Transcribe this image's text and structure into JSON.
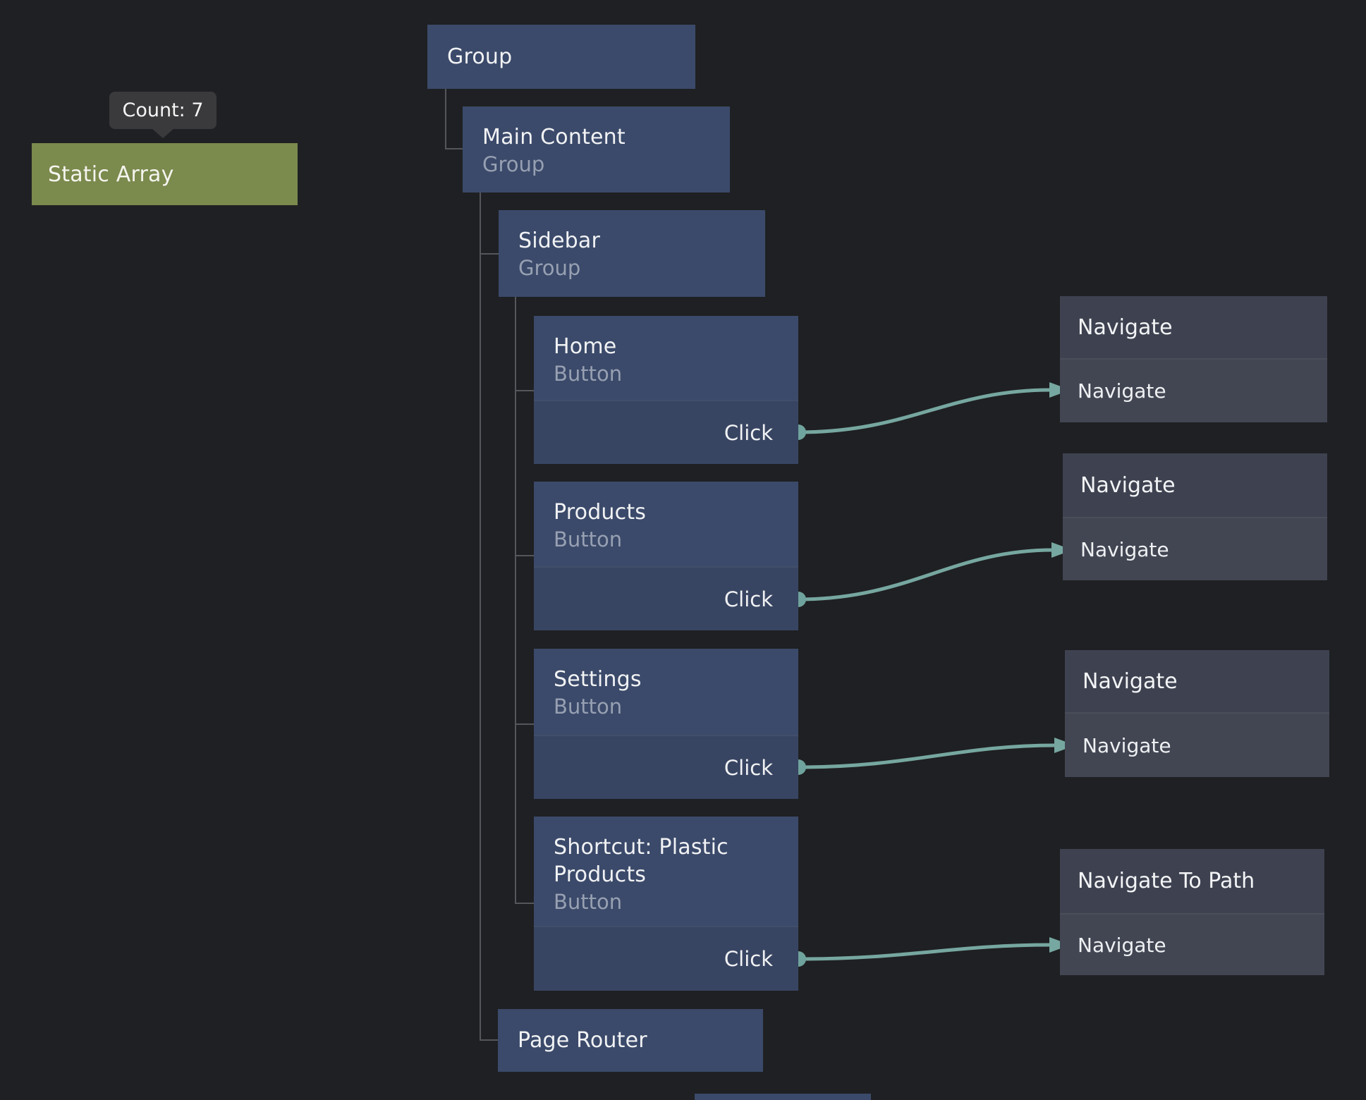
{
  "canvas": {
    "background_color": "#1f2023",
    "wire_color": "#76a7a0",
    "tree_line_color": "#55565c",
    "tree_node_color": "#3b4a6a",
    "tree_node_footer_color": "#384562",
    "action_node_header_color": "#3e4250",
    "action_node_body_color": "#424653",
    "array_node_color": "#7b8a4d"
  },
  "tooltip": {
    "text": "Count: 7"
  },
  "nodes": {
    "static_array": {
      "title": "Static Array"
    },
    "group": {
      "title": "Group"
    },
    "main_content": {
      "title": "Main Content",
      "subtitle": "Group"
    },
    "sidebar": {
      "title": "Sidebar",
      "subtitle": "Group"
    },
    "home": {
      "title": "Home",
      "subtitle": "Button",
      "output_label": "Click"
    },
    "products": {
      "title": "Products",
      "subtitle": "Button",
      "output_label": "Click"
    },
    "settings": {
      "title": "Settings",
      "subtitle": "Button",
      "output_label": "Click"
    },
    "shortcut": {
      "title": "Shortcut: Plastic Products",
      "subtitle": "Button",
      "output_label": "Click"
    },
    "page_router": {
      "title": "Page Router"
    },
    "navigate_1": {
      "title": "Navigate",
      "input_label": "Navigate"
    },
    "navigate_2": {
      "title": "Navigate",
      "input_label": "Navigate"
    },
    "navigate_3": {
      "title": "Navigate",
      "input_label": "Navigate"
    },
    "navigate_to_path": {
      "title": "Navigate To Path",
      "input_label": "Navigate"
    }
  },
  "hierarchy": {
    "group_children": [
      "main_content"
    ],
    "main_content_children": [
      "sidebar",
      "page_router"
    ],
    "sidebar_children": [
      "home",
      "products",
      "settings",
      "shortcut"
    ]
  },
  "connections": [
    {
      "from": "home.Click",
      "to": "navigate_1.Navigate"
    },
    {
      "from": "products.Click",
      "to": "navigate_2.Navigate"
    },
    {
      "from": "settings.Click",
      "to": "navigate_3.Navigate"
    },
    {
      "from": "shortcut.Click",
      "to": "navigate_to_path.Navigate"
    }
  ]
}
